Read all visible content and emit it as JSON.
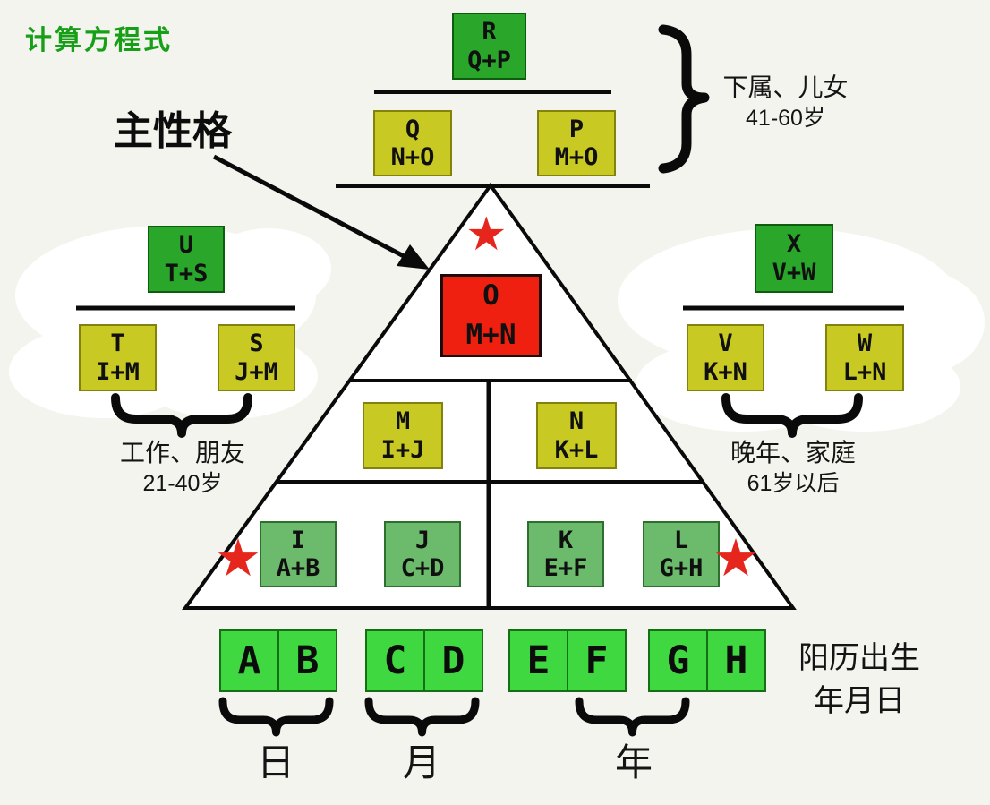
{
  "title": "计算方程式",
  "main_label": "主性格",
  "captions": {
    "top": {
      "line1": "下属、儿女",
      "line2": "41-60岁"
    },
    "left": {
      "line1": "工作、朋友",
      "line2": "21-40岁"
    },
    "right": {
      "line1": "晚年、家庭",
      "line2": "61岁以后"
    },
    "birth": {
      "line1": "阳历出生",
      "line2": "年月日"
    },
    "day": "日",
    "month": "月",
    "year": "年"
  },
  "boxes": {
    "R": {
      "letter": "R",
      "formula": "Q+P"
    },
    "Q": {
      "letter": "Q",
      "formula": "N+O"
    },
    "P": {
      "letter": "P",
      "formula": "M+O"
    },
    "U": {
      "letter": "U",
      "formula": "T+S"
    },
    "X": {
      "letter": "X",
      "formula": "V+W"
    },
    "T": {
      "letter": "T",
      "formula": "I+M"
    },
    "S": {
      "letter": "S",
      "formula": "J+M"
    },
    "V": {
      "letter": "V",
      "formula": "K+N"
    },
    "W": {
      "letter": "W",
      "formula": "L+N"
    },
    "O": {
      "letter": "O",
      "formula": "M+N"
    },
    "M": {
      "letter": "M",
      "formula": "I+J"
    },
    "N": {
      "letter": "N",
      "formula": "K+L"
    },
    "I": {
      "letter": "I",
      "formula": "A+B"
    },
    "J": {
      "letter": "J",
      "formula": "C+D"
    },
    "K": {
      "letter": "K",
      "formula": "E+F"
    },
    "L": {
      "letter": "L",
      "formula": "G+H"
    }
  },
  "digits": [
    "A",
    "B",
    "C",
    "D",
    "E",
    "F",
    "G",
    "H"
  ],
  "icons": {
    "star": "★"
  },
  "colors": {
    "canvas_bg": "#f4f4ef",
    "dark_green": "#2aa62a",
    "olive": "#c9c924",
    "red_box": "#f02010",
    "mid_green": "#6cba6b",
    "bright_green": "#40d840",
    "title_green": "#17a017",
    "star_red": "#e6251c"
  }
}
